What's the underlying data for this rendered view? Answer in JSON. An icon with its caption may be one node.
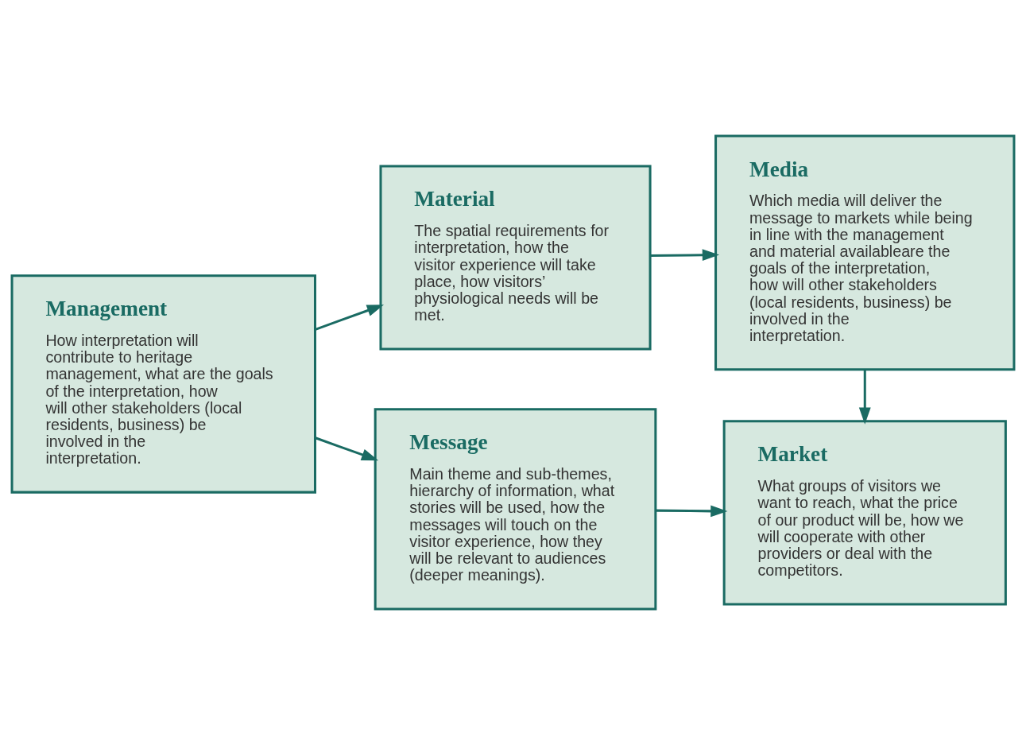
{
  "diagram": {
    "nodes": [
      {
        "text": [
          "Management",
          "How interpretation will contribute to heritage management, what are the goals of the interpretation, how will other stakeholders (local residents, business) be involved in the interpretation."
        ]
      },
      {
        "text": [
          "Message",
          "Main theme and sub-themes, hierarchy of information, what stories will be used, how the messages will touch on the visitor experience, how they will be relevant to audiences (deeper meanings)."
        ]
      },
      {
        "text": [
          "Market",
          "What groups of visitors we want to reach, what the price of our product will be, how we will cooperate with other providers or deal with the competitors."
        ]
      },
      {
        "text": [
          "Material",
          "The spatial requirements for interpretation, how the visitor experience will take place, how visitors’ physiological needs will be met."
        ]
      },
      {
        "text": [
          "Media",
          "Which media will deliver the message to markets while being in line with the management and material availableare the goals of the interpretation, how will other stakeholders (local residents, business) be involved in the interpretation."
        ]
      }
    ],
    "edges": [
      {
        "from": 0,
        "to": 1,
        "arrow": "to"
      },
      {
        "from": 1,
        "to": 2,
        "arrow": "to"
      },
      {
        "from": 0,
        "to": 3,
        "arrow": "to"
      },
      {
        "from": 3,
        "to": 4,
        "arrow": "to"
      },
      {
        "from": 4,
        "to": 2,
        "arrow": "to"
      }
    ]
  }
}
